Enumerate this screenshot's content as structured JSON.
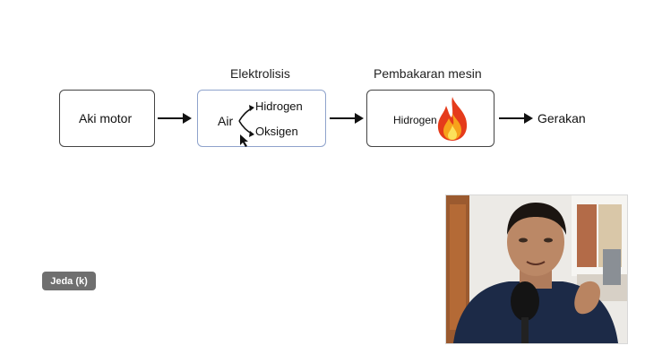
{
  "diagram": {
    "stage_labels": {
      "electrolysis": "Elektrolisis",
      "combustion": "Pembakaran mesin"
    },
    "boxes": {
      "battery": "Aki motor",
      "electrolysis": {
        "input": "Air",
        "output_top": "Hidrogen",
        "output_bottom": "Oksigen"
      },
      "engine": {
        "fuel": "Hidrogen",
        "icon": "fire-icon"
      }
    },
    "output": "Gerakan"
  },
  "controls": {
    "pause_label": "Jeda (k)"
  },
  "webcam": {
    "icon": "presenter-video"
  }
}
